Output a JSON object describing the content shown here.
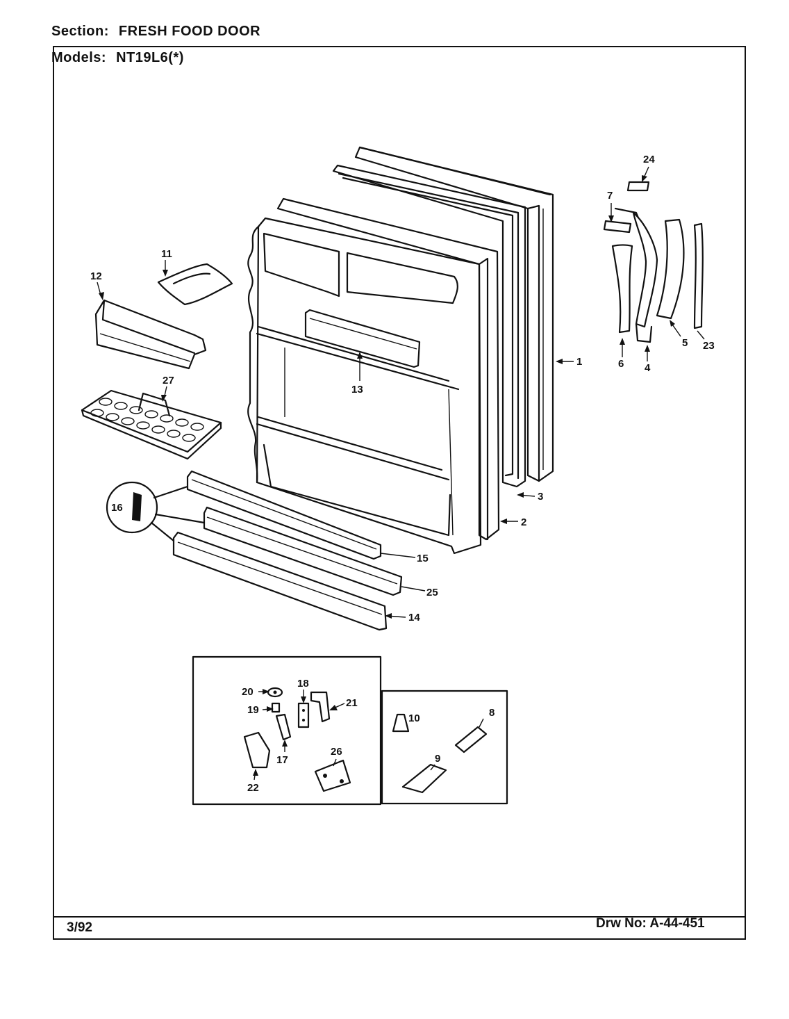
{
  "header": {
    "section_key": "Section:",
    "section_value": "FRESH FOOD DOOR",
    "models_key": "Models:",
    "models_value": "NT19L6(*)"
  },
  "footer": {
    "date": "3/92",
    "drawing_number": "Drw No: A-44-451"
  },
  "callouts": {
    "c1": "1",
    "c2": "2",
    "c3": "3",
    "c4": "4",
    "c5": "5",
    "c6": "6",
    "c7": "7",
    "c8": "8",
    "c9": "9",
    "c10": "10",
    "c11": "11",
    "c12": "12",
    "c13": "13",
    "c14": "14",
    "c15": "15",
    "c16": "16",
    "c17": "17",
    "c18": "18",
    "c19": "19",
    "c20": "20",
    "c21": "21",
    "c22": "22",
    "c23": "23",
    "c24": "24",
    "c25": "25",
    "c26": "26",
    "c27": "27"
  }
}
